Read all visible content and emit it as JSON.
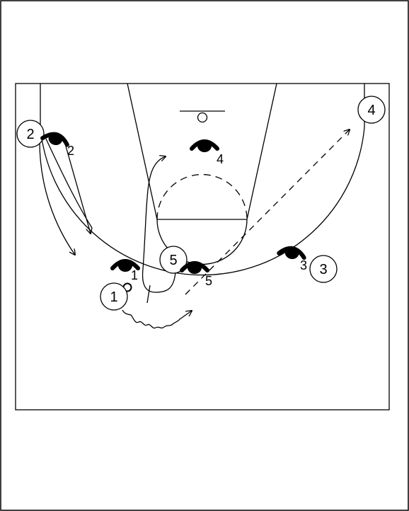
{
  "offense": [
    {
      "id": "o1",
      "label": "1"
    },
    {
      "id": "o2",
      "label": "2"
    },
    {
      "id": "o3",
      "label": "3"
    },
    {
      "id": "o4",
      "label": "4"
    },
    {
      "id": "o5",
      "label": "5"
    }
  ],
  "defense": [
    {
      "id": "d1",
      "label": "1"
    },
    {
      "id": "d2",
      "label": "2"
    },
    {
      "id": "d3",
      "label": "3"
    },
    {
      "id": "d4",
      "label": "4"
    },
    {
      "id": "d5",
      "label": "5"
    }
  ]
}
